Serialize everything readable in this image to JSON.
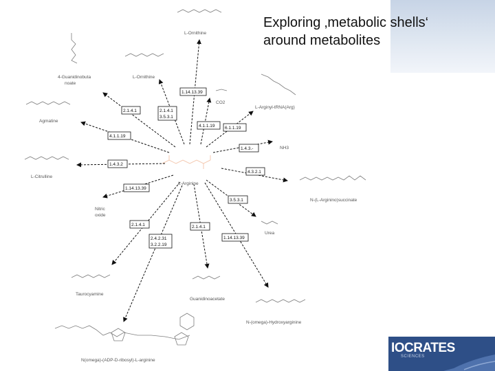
{
  "slide": {
    "title_line1": "Exploring ‚metabolic shells‘",
    "title_line2": "around metabolites"
  },
  "logo": {
    "text": "IOCRATES",
    "subtitle": "SCIENCES"
  },
  "center": {
    "name": "L-Arginine"
  },
  "metabolites": [
    {
      "key": "ornithine_top",
      "name": "L-Ornithine"
    },
    {
      "key": "ornithine_left",
      "name": "L-Ornithine"
    },
    {
      "key": "guanidinobutanoate",
      "line1": "4-Guanidinobuta",
      "line2": "noate"
    },
    {
      "key": "agmatine",
      "name": "Agmatine"
    },
    {
      "key": "co2",
      "name": "CO2"
    },
    {
      "key": "arg_trna",
      "name": "L-Arginyl-tRNA(Arg)"
    },
    {
      "key": "nh3",
      "name": "NH3"
    },
    {
      "key": "citrulline",
      "name": "L-Citrulline"
    },
    {
      "key": "argininosuccinate",
      "name": "N-(L-Arginino)succinate"
    },
    {
      "key": "nitric_oxide",
      "line1": "Nitric",
      "line2": "oxide"
    },
    {
      "key": "urea",
      "name": "Urea"
    },
    {
      "key": "taurocyamine",
      "name": "Taurocyamine"
    },
    {
      "key": "guanidinoacetate",
      "name": "Guanidinoacetate"
    },
    {
      "key": "hydroxyarginine",
      "name": "N-(omega)-Hydroxyarginine"
    },
    {
      "key": "adp_ribosyl",
      "name": "N(omega)-(ADP-D-ribosyl)-L-arginine"
    }
  ],
  "ec_numbers": [
    {
      "key": "ec1",
      "text": "1.14.13.39"
    },
    {
      "key": "ec2",
      "text": "2.1.4.1"
    },
    {
      "key": "ec3a",
      "text": "2.1.4.1"
    },
    {
      "key": "ec3b",
      "text": "3.5.3.1"
    },
    {
      "key": "ec4",
      "text": "4.1.1.19"
    },
    {
      "key": "ec5",
      "text": "6.1.1.19"
    },
    {
      "key": "ec6",
      "text": "4.1.1.19"
    },
    {
      "key": "ec7",
      "text": "1.4.3.-"
    },
    {
      "key": "ec8",
      "text": "1.4.3.2"
    },
    {
      "key": "ec9",
      "text": "4.3.2.1"
    },
    {
      "key": "ec10",
      "text": "1.14.13.39"
    },
    {
      "key": "ec11",
      "text": "3.5.3.1"
    },
    {
      "key": "ec12",
      "text": "2.1.4.1"
    },
    {
      "key": "ec13",
      "text": "2.1.4.1"
    },
    {
      "key": "ec14a",
      "text": "2.4.2.31"
    },
    {
      "key": "ec14b",
      "text": "3.2.2.19"
    },
    {
      "key": "ec15",
      "text": "1.14.13.39"
    }
  ]
}
